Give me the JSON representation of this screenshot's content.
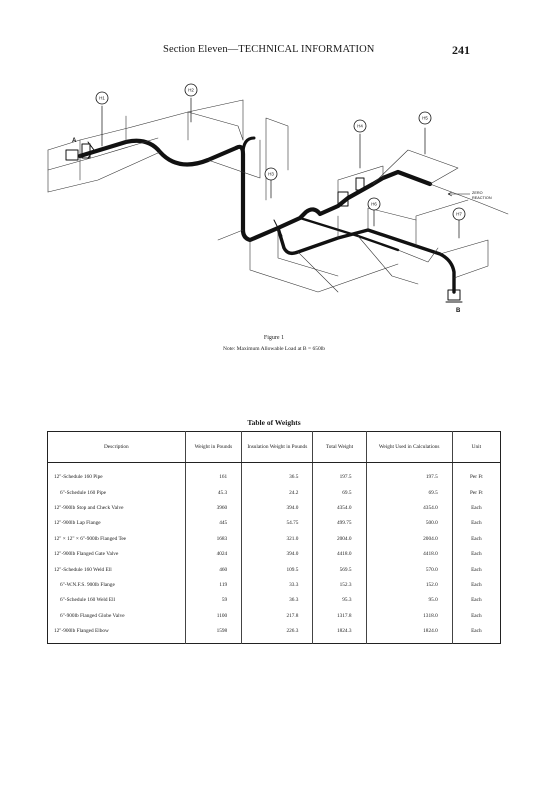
{
  "header": {
    "section_title": "Section Eleven—TECHNICAL INFORMATION",
    "page_number": "241"
  },
  "figure": {
    "caption": "Figure 1",
    "note": "Note: Maximum Allowable Load at B = 650lb",
    "hangers": [
      "H1",
      "H2",
      "H3",
      "H4",
      "H5",
      "H6",
      "H7"
    ],
    "point_labels": [
      "A",
      "B"
    ],
    "annotations": [
      "ZERO",
      "REACTION"
    ],
    "colors": {
      "line": "#111111",
      "paper": "#ffffff"
    }
  },
  "table": {
    "title": "Table of Weights",
    "columns": [
      "Description",
      "Weight in Pounds",
      "Insulation Weight in Pounds",
      "Total Weight",
      "Weight Used in Calculations",
      "Unit"
    ],
    "rows": [
      {
        "description": "12\"-Schedule 160 Pipe",
        "weight": "161",
        "insulation": "36.5",
        "total": "197.5",
        "used": "197.5",
        "unit": "Per Ft",
        "indent": false
      },
      {
        "description": "6\"-Schedule 160 Pipe",
        "weight": "45.3",
        "insulation": "24.2",
        "total": "69.5",
        "used": "69.5",
        "unit": "Per Ft",
        "indent": true
      },
      {
        "description": "12\"-900lb Stop and Check Valve",
        "weight": "3960",
        "insulation": "394.0",
        "total": "4354.0",
        "used": "4354.0",
        "unit": "Each",
        "indent": false
      },
      {
        "description": "12\"-900lb Lap Flange",
        "weight": "445",
        "insulation": "54.75",
        "total": "499.75",
        "used": "500.0",
        "unit": "Each",
        "indent": false
      },
      {
        "description": "12\" × 12\" × 6\"-900lb Flanged Tee",
        "weight": "1683",
        "insulation": "321.0",
        "total": "2004.0",
        "used": "2004.0",
        "unit": "Each",
        "indent": false
      },
      {
        "description": "12\"-900lb Flanged Gate Valve",
        "weight": "4024",
        "insulation": "394.0",
        "total": "4418.0",
        "used": "4418.0",
        "unit": "Each",
        "indent": false
      },
      {
        "description": "12\"-Schedule 160 Weld Ell",
        "weight": "460",
        "insulation": "109.5",
        "total": "569.5",
        "used": "570.0",
        "unit": "Each",
        "indent": false
      },
      {
        "description": "6\"-W.N.F.S. 900lb Flange",
        "weight": "119",
        "insulation": "33.3",
        "total": "152.3",
        "used": "152.0",
        "unit": "Each",
        "indent": true
      },
      {
        "description": "6\"-Schedule 160 Weld Ell",
        "weight": "59",
        "insulation": "36.3",
        "total": "95.3",
        "used": "95.0",
        "unit": "Each",
        "indent": true
      },
      {
        "description": "6\"-900lb Flanged Globe Valve",
        "weight": "1100",
        "insulation": "217.8",
        "total": "1317.8",
        "used": "1318.0",
        "unit": "Each",
        "indent": true
      },
      {
        "description": "12\"-900lb Flanged Elbow",
        "weight": "1598",
        "insulation": "226.3",
        "total": "1824.3",
        "used": "1824.0",
        "unit": "Each",
        "indent": false
      }
    ]
  }
}
